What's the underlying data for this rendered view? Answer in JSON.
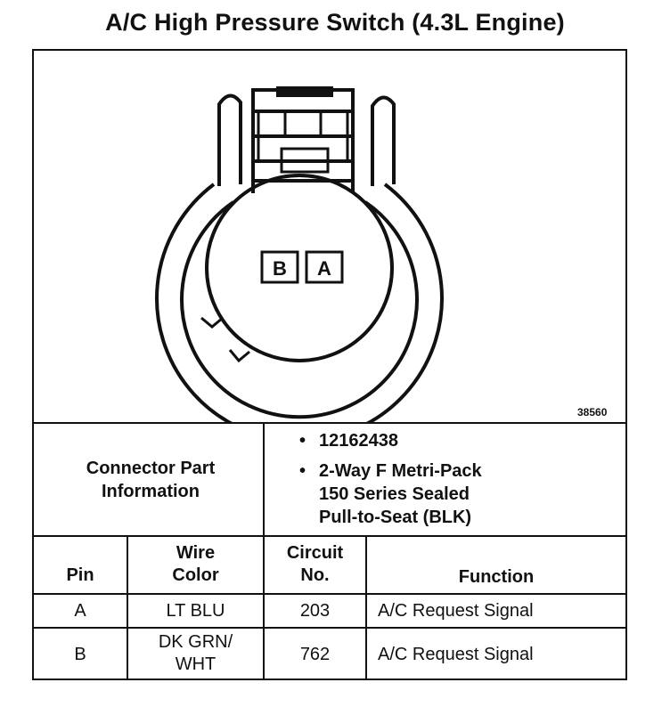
{
  "title": "A/C High Pressure Switch (4.3L Engine)",
  "figure_number": "38560",
  "connector": {
    "pins": [
      "B",
      "A"
    ]
  },
  "connector_part_info": {
    "label": "Connector Part\nInformation",
    "items": [
      "12162438",
      "2-Way F Metri-Pack\n150 Series Sealed\nPull-to-Seat (BLK)"
    ]
  },
  "table": {
    "headers": {
      "pin": "Pin",
      "wire_color": "Wire\nColor",
      "circuit": "Circuit\nNo.",
      "function": "Function"
    },
    "rows": [
      {
        "pin": "A",
        "wire_color": "LT BLU",
        "circuit": "203",
        "function": "A/C Request Signal"
      },
      {
        "pin": "B",
        "wire_color": "DK GRN/\nWHT",
        "circuit": "762",
        "function": "A/C Request Signal"
      }
    ]
  }
}
